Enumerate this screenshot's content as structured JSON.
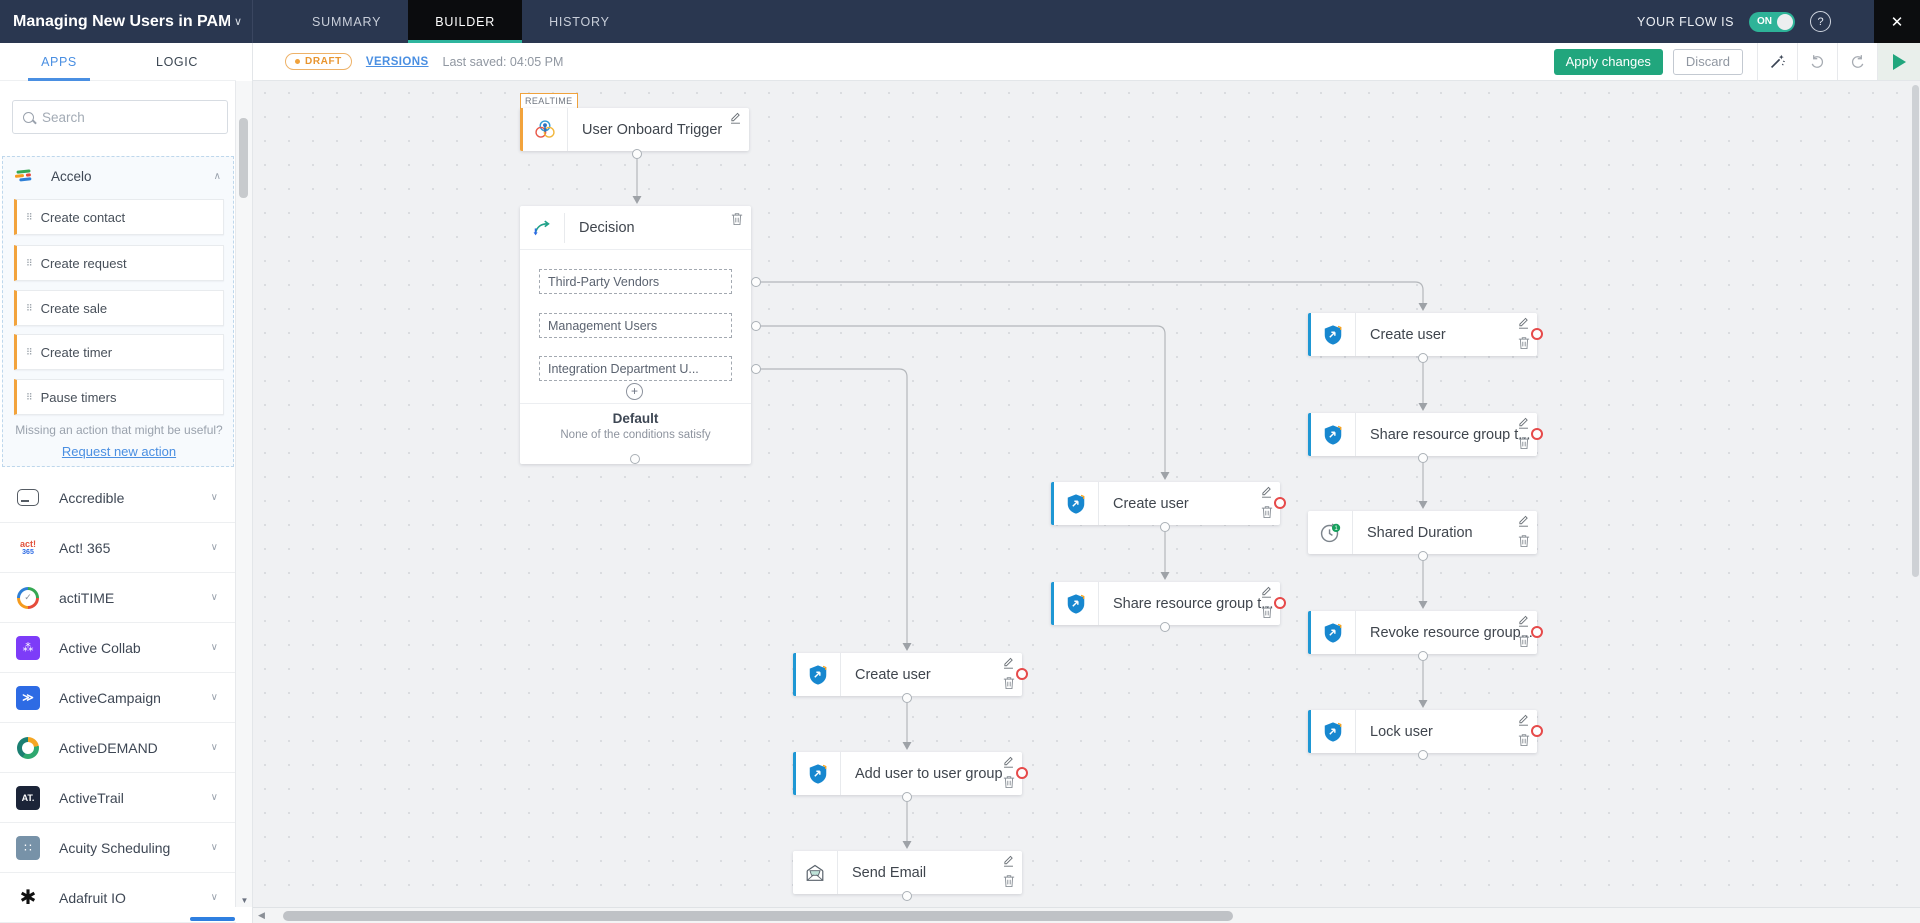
{
  "header": {
    "title": "Managing New Users in PAM…",
    "tabs": [
      {
        "label": "SUMMARY"
      },
      {
        "label": "BUILDER"
      },
      {
        "label": "HISTORY"
      }
    ],
    "flow_status_label": "YOUR FLOW IS",
    "toggle_label": "ON",
    "help_glyph": "?",
    "close_glyph": "✕"
  },
  "toolbar": {
    "draft_label": "DRAFT",
    "versions_label": "VERSIONS",
    "last_saved": "Last saved: 04:05 PM",
    "apply_label": "Apply changes",
    "discard_label": "Discard"
  },
  "sidebar": {
    "tabs": [
      {
        "label": "APPS"
      },
      {
        "label": "LOGIC"
      }
    ],
    "search_placeholder": "Search",
    "accelo": {
      "name": "Accelo",
      "actions": [
        "Create contact",
        "Create request",
        "Create sale",
        "Create timer",
        "Pause timers"
      ],
      "footer_question": "Missing an action that might be useful?",
      "footer_link": "Request new action"
    },
    "apps": [
      "Accredible",
      "Act! 365",
      "actiTIME",
      "Active Collab",
      "ActiveCampaign",
      "ActiveDEMAND",
      "ActiveTrail",
      "Acuity Scheduling",
      "Adafruit IO"
    ],
    "app_icon_texts": {
      "act_top": "act!",
      "act_bottom": "365",
      "collab": "⁂",
      "campaign": "≫",
      "trail": "AT.",
      "acuity": "∷",
      "adafruit": "✱"
    }
  },
  "canvas": {
    "realtime_label": "REALTIME",
    "trigger": {
      "label": "User Onboard Trigger"
    },
    "decision": {
      "label": "Decision",
      "branches": [
        "Third-Party Vendors",
        "Management Users",
        "Integration Department U..."
      ],
      "plus_glyph": "+",
      "default_title": "Default",
      "default_subtitle": "None of the conditions satisfy"
    },
    "nodes": [
      {
        "label": "Create user"
      },
      {
        "label": "Share resource group t..."
      },
      {
        "label": "Shared Duration"
      },
      {
        "label": "Revoke resource group..."
      },
      {
        "label": "Lock user"
      },
      {
        "label": "Create user"
      },
      {
        "label": "Share resource group t..."
      },
      {
        "label": "Create user"
      },
      {
        "label": "Add user to user group"
      },
      {
        "label": "Send Email"
      }
    ]
  },
  "colors": {
    "header_bg": "#2a3750",
    "accent_green": "#21a67d",
    "tab_underline_teal": "#2fb59e",
    "link_blue": "#4a8fe2",
    "trigger_orange": "#f2a33c",
    "node_blue": "#1e97d4",
    "error_red": "#e64a4a"
  }
}
